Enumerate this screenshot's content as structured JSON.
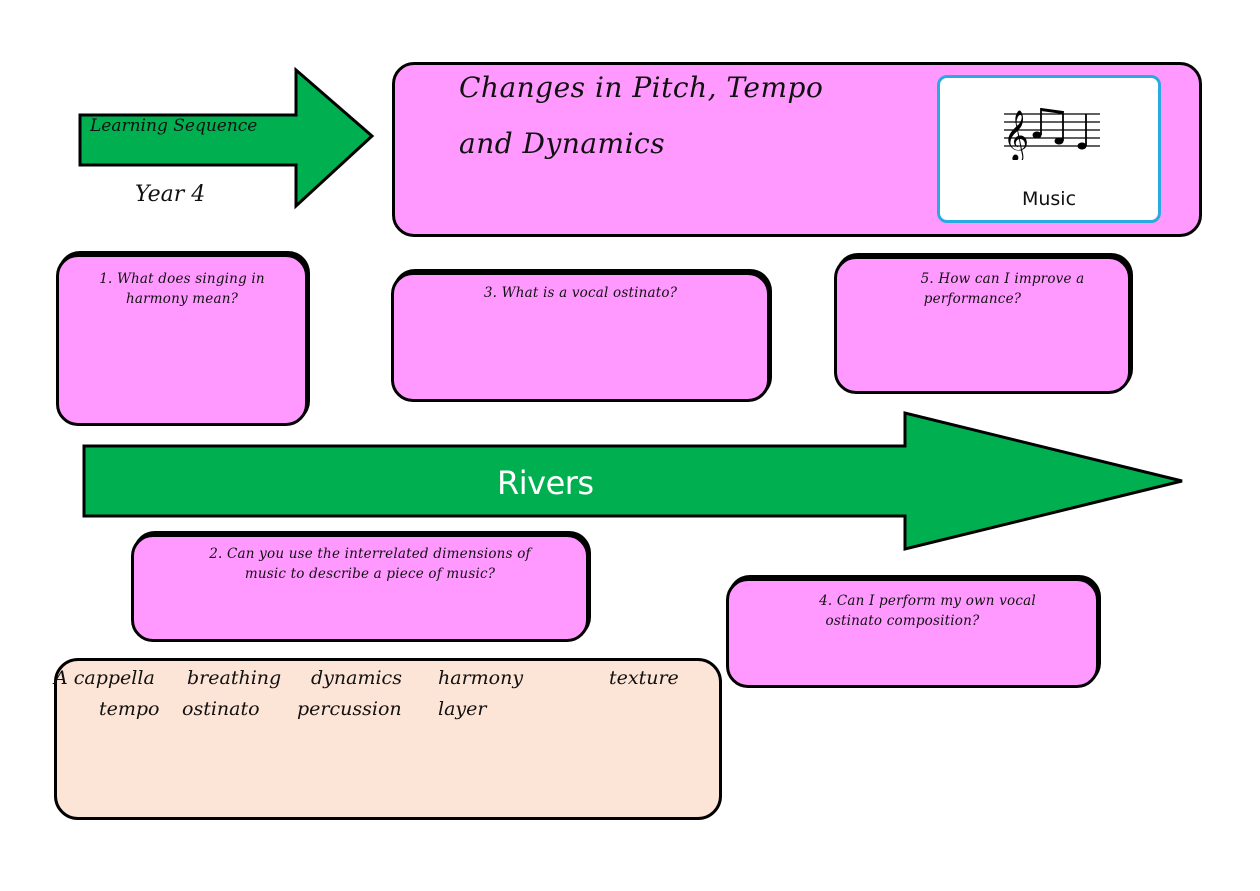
{
  "header": {
    "sequence_label": "Learning Sequence",
    "year_label": "Year 4",
    "title_line_1": "Changes in Pitch, Tempo",
    "title_line_2": "and Dynamics",
    "subject": {
      "label": "Music",
      "icon": "music-notes-icon",
      "border_color": "#29abe2"
    }
  },
  "topic": {
    "label": "Rivers",
    "arrow_color": "#00b050"
  },
  "lessons": [
    {
      "number": "1.",
      "question": "What does singing in harmony mean?",
      "line1": "1. What does singing in",
      "line2": "harmony mean?"
    },
    {
      "number": "2.",
      "question": "Can you use the interrelated dimensions of music to describe a piece of music?",
      "line1": "2. Can you use the interrelated dimensions of",
      "line2": "music to describe a piece of music?"
    },
    {
      "number": "3.",
      "question": "What is a vocal ostinato?",
      "line1": "3. What is a vocal ostinato?",
      "line2": ""
    },
    {
      "number": "4.",
      "question": "Can I perform my own vocal ostinato composition?",
      "line1": "4. Can I perform my own vocal",
      "line2": "ostinato composition?"
    },
    {
      "number": "5.",
      "question": "How can I improve a performance?",
      "line1": "5. How can I improve a",
      "line2": "performance?"
    }
  ],
  "vocabulary": {
    "words": [
      "A cappella",
      "breathing",
      "dynamics",
      "harmony",
      "texture",
      "tempo",
      "ostinato",
      "percussion",
      "layer"
    ]
  },
  "colors": {
    "card_fill": "#ff99ff",
    "vocab_fill": "#fce4d6",
    "arrow_fill": "#00b050"
  }
}
